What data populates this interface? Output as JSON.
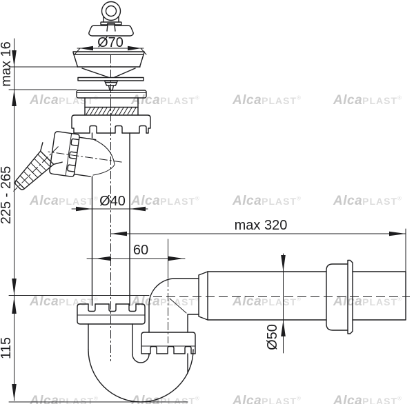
{
  "figure": {
    "labels": {
      "plug_diameter": "Ø70",
      "mount_max_thickness": "max 16",
      "inlet_height_range": "225 - 265",
      "tail_diameter": "Ø40",
      "outlet_max_reach": "max 320",
      "trap_offset": "60",
      "outlet_diameter": "Ø50",
      "trap_depth": "115"
    }
  },
  "watermark": {
    "brand_bold": "Alca",
    "brand_light": "PLAST",
    "registered": "®",
    "columns": [
      43,
      190,
      337,
      483
    ],
    "rows": [
      136,
      282,
      428,
      572
    ]
  },
  "colors": {
    "line": "#1d1d1f",
    "watermark_bold": "#c9c9c9",
    "watermark_light": "#dcdcdc",
    "background": "#ffffff"
  }
}
